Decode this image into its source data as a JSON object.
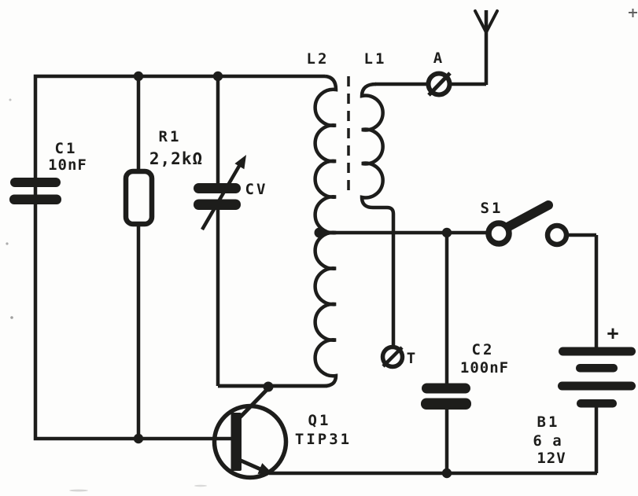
{
  "diagram_kind": "circuit-schematic",
  "colors": {
    "ink": "#1d1d1b",
    "paper": "#fdfdfc"
  },
  "components": {
    "c1": {
      "type": "capacitor",
      "ref": "C1",
      "value": "10nF"
    },
    "r1": {
      "type": "resistor",
      "ref": "R1",
      "value": "2,2kΩ"
    },
    "cv": {
      "type": "variable-capacitor",
      "ref": "CV"
    },
    "l2": {
      "type": "coil-primary",
      "ref": "L2"
    },
    "l1": {
      "type": "coil-secondary",
      "ref": "L1"
    },
    "antenna_terminal": {
      "type": "terminal",
      "ref": "A"
    },
    "tap_terminal": {
      "type": "terminal",
      "ref": "T"
    },
    "s1": {
      "type": "switch-spst",
      "ref": "S1"
    },
    "c2": {
      "type": "capacitor",
      "ref": "C2",
      "value": "100nF"
    },
    "b1": {
      "type": "battery",
      "ref": "B1",
      "value_line_1": "6 a",
      "value_line_2": "12V",
      "polarity": "+"
    },
    "q1": {
      "type": "transistor-npn",
      "ref": "Q1",
      "value": "TIP31"
    }
  }
}
